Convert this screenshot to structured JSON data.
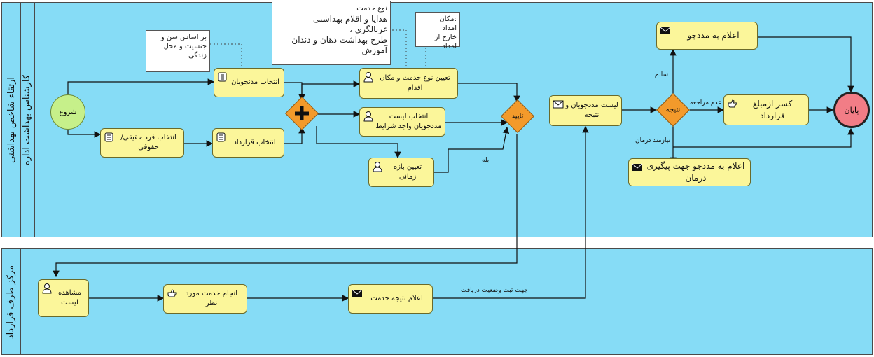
{
  "pools": [
    {
      "lines": [
        "ارتقاء شاخص بهداشتی",
        "کارشناس بهداشت اداره"
      ]
    },
    {
      "lines": [
        "مرکز طرف قرارداد"
      ]
    }
  ],
  "events": {
    "start": "شروع",
    "end": "پایان"
  },
  "tasks": {
    "select_students": "انتخاب مدنجویان",
    "select_person": "انتخاب  فرد حقیقی/حقوقی",
    "select_contract": "انتخاب قرارداد",
    "determine_service": "تعیین نوع خدمت و مکان اقدام",
    "select_eligible": "انتخاب لیست مددجویان واجد شرایط",
    "time_period": "تعیین بازه زمانی",
    "student_list": "لیست مددجویان و نتیجه",
    "announce_student": "اعلام به مددجو",
    "deduct": "کسر ازمبلغ قرارداد",
    "announce_followup": "اعلام به مددجو جهت پیگیری درمان",
    "view_list": "مشاهده لیست",
    "perform_service": "انجام خدمت مورد نظر",
    "announce_result": "اعلام نتیجه خدمت"
  },
  "gateways": {
    "parallel": "",
    "confirm": "تایید",
    "result": "نتیجه"
  },
  "notes": {
    "criteria": [
      "بر اساس سن و",
      "جنسیت و محل",
      "زندگی"
    ],
    "service_type": [
      "نوع خدمت",
      "هدایا و اقلام بهداشتی",
      "غربالگری ،",
      "طرح بهداشت دهان و دندان",
      "آموزش"
    ],
    "location": [
      ":مکان",
      "امداد",
      "خارج از امداد"
    ]
  },
  "flow_labels": {
    "healthy": "سالم",
    "no_visit": "عدم مراجعه",
    "needs_treatment": "نیازمند درمان",
    "yes": "بله",
    "record_status": "جهت ثبت وضعیت دریافت"
  }
}
